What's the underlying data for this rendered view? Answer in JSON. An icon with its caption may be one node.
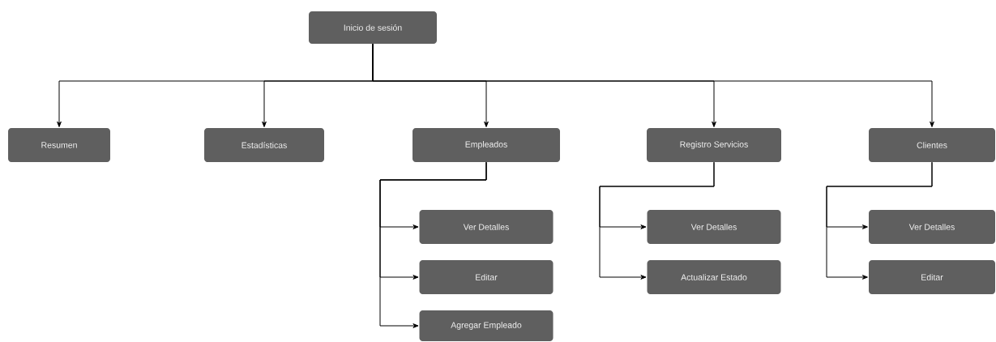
{
  "diagram": {
    "nodes": [
      {
        "text": [
          "Inicio de sesión"
        ]
      },
      {
        "text": [
          "Resumen"
        ]
      },
      {
        "text": [
          "Estadísticas"
        ]
      },
      {
        "text": [
          "Empleados"
        ]
      },
      {
        "text": [
          "Registro Servicios"
        ]
      },
      {
        "text": [
          "Clientes"
        ]
      },
      {
        "text": [
          "Ver Detalles"
        ]
      },
      {
        "text": [
          "Editar"
        ]
      },
      {
        "text": [
          "Agregar Empleado"
        ]
      },
      {
        "text": [
          "Ver Detalles"
        ]
      },
      {
        "text": [
          "Actualizar Estado"
        ]
      },
      {
        "text": [
          "Ver Detalles"
        ]
      },
      {
        "text": [
          "Editar"
        ]
      }
    ],
    "edges": [
      {
        "from": 0,
        "to": 1,
        "arrow": "to"
      },
      {
        "from": 0,
        "to": 2,
        "arrow": "to"
      },
      {
        "from": 0,
        "to": 3,
        "arrow": "to"
      },
      {
        "from": 0,
        "to": 4,
        "arrow": "to"
      },
      {
        "from": 0,
        "to": 5,
        "arrow": "to"
      },
      {
        "from": 3,
        "to": 6,
        "arrow": "to"
      },
      {
        "from": 3,
        "to": 7,
        "arrow": "to"
      },
      {
        "from": 3,
        "to": 8,
        "arrow": "to"
      },
      {
        "from": 4,
        "to": 9,
        "arrow": "to"
      },
      {
        "from": 4,
        "to": 10,
        "arrow": "to"
      },
      {
        "from": 5,
        "to": 11,
        "arrow": "to"
      },
      {
        "from": 5,
        "to": 12,
        "arrow": "to"
      }
    ]
  }
}
